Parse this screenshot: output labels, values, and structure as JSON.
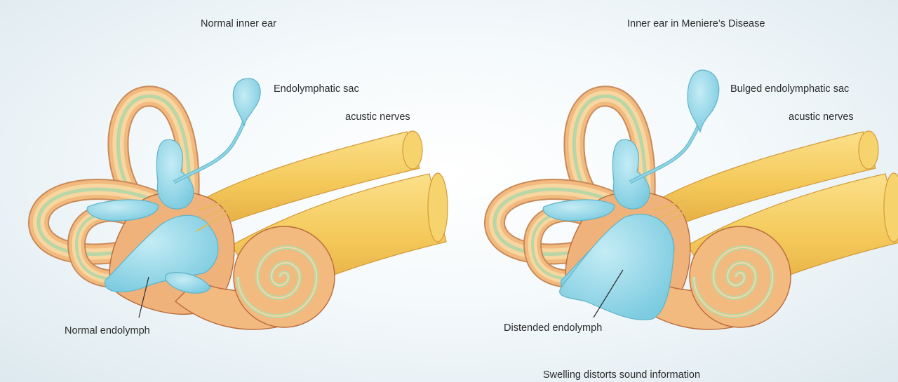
{
  "left_panel": {
    "title": "Normal inner ear",
    "labels": {
      "sac": "Endolymphatic sac",
      "nerves": "acustic nerves",
      "endolymph": "Normal endolymph"
    }
  },
  "right_panel": {
    "title": "Inner ear in Meniere’s Disease",
    "labels": {
      "sac": "Bulged endolymphatic sac",
      "nerves": "acustic nerves",
      "endolymph": "Distended endolymph"
    },
    "caption": "Swelling distorts sound information"
  },
  "colors": {
    "canal_outer": "#f2ba7e",
    "canal_mid": "#f6d499",
    "canal_inner": "#b9d6a6",
    "nerve": "#f4c95a",
    "nerve_dark": "#e0a83a",
    "endolymph": "#8fd5e6",
    "endolymph_edge": "#5fb4c8",
    "outline": "#b96b3c"
  }
}
